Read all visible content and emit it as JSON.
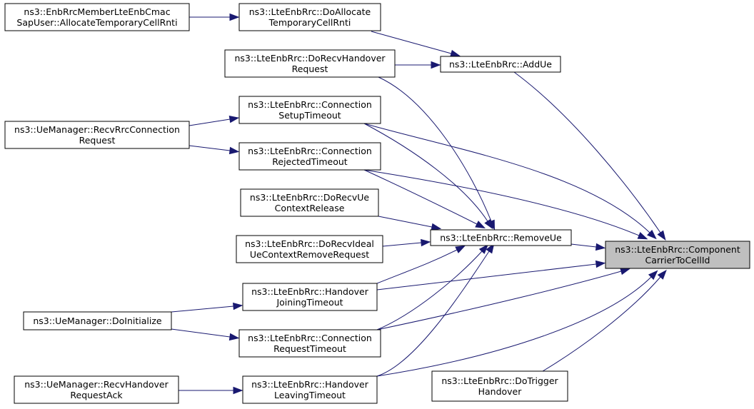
{
  "graph": {
    "nodes": [
      {
        "id": "enbcmac",
        "lines": [
          "ns3::EnbRrcMemberLteEnbCmac",
          "SapUser::AllocateTemporaryCellRnti"
        ]
      },
      {
        "id": "doalloc",
        "lines": [
          "ns3::LteEnbRrc::DoAllocate",
          "TemporaryCellRnti"
        ]
      },
      {
        "id": "dorecvhoreq",
        "lines": [
          "ns3::LteEnbRrc::DoRecvHandover",
          "Request"
        ]
      },
      {
        "id": "addue",
        "lines": [
          "ns3::LteEnbRrc::AddUe"
        ]
      },
      {
        "id": "connsetup",
        "lines": [
          "ns3::LteEnbRrc::Connection",
          "SetupTimeout"
        ]
      },
      {
        "id": "uemgrrecvrrc",
        "lines": [
          "ns3::UeManager::RecvRrcConnection",
          "Request"
        ]
      },
      {
        "id": "connrejected",
        "lines": [
          "ns3::LteEnbRrc::Connection",
          "RejectedTimeout"
        ]
      },
      {
        "id": "dorecvuectx",
        "lines": [
          "ns3::LteEnbRrc::DoRecvUe",
          "ContextRelease"
        ]
      },
      {
        "id": "dorecvideal",
        "lines": [
          "ns3::LteEnbRrc::DoRecvIdeal",
          "UeContextRemoveRequest"
        ]
      },
      {
        "id": "removeue",
        "lines": [
          "ns3::LteEnbRrc::RemoveUe"
        ]
      },
      {
        "id": "component",
        "lines": [
          "ns3::LteEnbRrc::Component",
          "CarrierToCellId"
        ]
      },
      {
        "id": "hojoining",
        "lines": [
          "ns3::LteEnbRrc::Handover",
          "JoiningTimeout"
        ]
      },
      {
        "id": "uemgrinit",
        "lines": [
          "ns3::UeManager::DoInitialize"
        ]
      },
      {
        "id": "connrequest",
        "lines": [
          "ns3::LteEnbRrc::Connection",
          "RequestTimeout"
        ]
      },
      {
        "id": "uemgrhoack",
        "lines": [
          "ns3::UeManager::RecvHandover",
          "RequestAck"
        ]
      },
      {
        "id": "holeaving",
        "lines": [
          "ns3::LteEnbRrc::Handover",
          "LeavingTimeout"
        ]
      },
      {
        "id": "dotrigger",
        "lines": [
          "ns3::LteEnbRrc::DoTrigger",
          "Handover"
        ]
      }
    ],
    "edges": [
      {
        "from": "enbcmac",
        "to": "doalloc"
      },
      {
        "from": "doalloc",
        "to": "addue"
      },
      {
        "from": "dorecvhoreq",
        "to": "addue"
      },
      {
        "from": "addue",
        "to": "component"
      },
      {
        "from": "dorecvhoreq",
        "to": "removeue"
      },
      {
        "from": "uemgrrecvrrc",
        "to": "connsetup"
      },
      {
        "from": "uemgrrecvrrc",
        "to": "connrejected"
      },
      {
        "from": "connsetup",
        "to": "removeue"
      },
      {
        "from": "connsetup",
        "to": "component"
      },
      {
        "from": "connrejected",
        "to": "removeue"
      },
      {
        "from": "connrejected",
        "to": "component"
      },
      {
        "from": "dorecvuectx",
        "to": "removeue"
      },
      {
        "from": "dorecvideal",
        "to": "removeue"
      },
      {
        "from": "removeue",
        "to": "component"
      },
      {
        "from": "hojoining",
        "to": "removeue"
      },
      {
        "from": "hojoining",
        "to": "component"
      },
      {
        "from": "connrequest",
        "to": "removeue"
      },
      {
        "from": "connrequest",
        "to": "component"
      },
      {
        "from": "holeaving",
        "to": "removeue"
      },
      {
        "from": "holeaving",
        "to": "component"
      },
      {
        "from": "uemgrinit",
        "to": "hojoining"
      },
      {
        "from": "uemgrinit",
        "to": "connrequest"
      },
      {
        "from": "uemgrhoack",
        "to": "holeaving"
      },
      {
        "from": "dotrigger",
        "to": "component"
      }
    ],
    "focus_node": "component",
    "colors": {
      "edge": "#191970",
      "focus_fill": "#bfbfbf",
      "node_fill": "#ffffff",
      "border": "#000000"
    }
  }
}
